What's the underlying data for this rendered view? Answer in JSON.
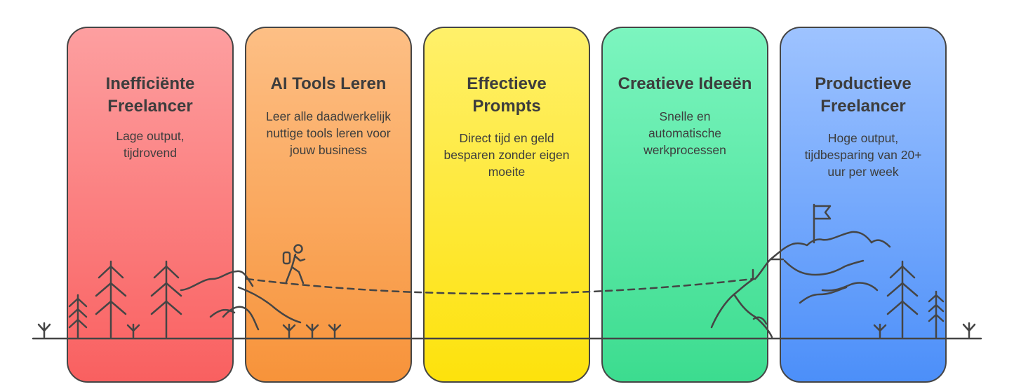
{
  "stages": [
    {
      "title_line1": "Inefficiënte",
      "title_line2": "Freelancer",
      "desc_lines": [
        "Lage output,",
        "tijdrovend"
      ]
    },
    {
      "title_line1": "AI Tools Leren",
      "title_line2": "",
      "desc_lines": [
        "Leer alle daadwerkelijk",
        "nuttige tools leren voor",
        "jouw business"
      ]
    },
    {
      "title_line1": "Effectieve",
      "title_line2": "Prompts",
      "desc_lines": [
        "Direct tijd en geld",
        "besparen zonder eigen",
        "moeite"
      ]
    },
    {
      "title_line1": "Creatieve Ideeën",
      "title_line2": "",
      "desc_lines": [
        "Snelle en",
        "automatische",
        "werkprocessen"
      ]
    },
    {
      "title_line1": "Productieve",
      "title_line2": "Freelancer",
      "desc_lines": [
        "Hoge output,",
        "tijdbesparing van 20+",
        "uur per week"
      ]
    }
  ],
  "colors": {
    "stroke": "#454545",
    "text": "#3d3d3d",
    "panel1": "#f96060",
    "panel2": "#f7933a",
    "panel3": "#fde20c",
    "panel4": "#3cdc8f",
    "panel5": "#4c8ff9"
  },
  "icons": [
    "pine-tree-icon",
    "grass-sprout-icon",
    "hill-icon",
    "hiker-icon",
    "mountain-icon",
    "summit-flag-icon",
    "dashed-path-icon"
  ]
}
